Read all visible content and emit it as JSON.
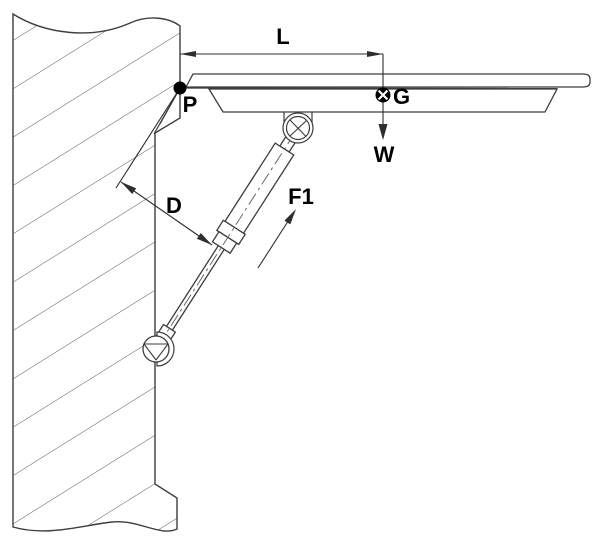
{
  "diagram": {
    "description": "wall-mounted gas spring supporting fold-down table",
    "colors": {
      "background": "#ffffff",
      "outline": "#3d3d3d",
      "hatch": "#5a5a5a",
      "dimension": "#2e2e2e",
      "label": "#000000"
    },
    "labels": {
      "length_dim": "L",
      "pivot_point": "P",
      "center_of_gravity": "G",
      "weight_force": "W",
      "lever_arm_dim": "D",
      "spring_force": "F1"
    }
  }
}
